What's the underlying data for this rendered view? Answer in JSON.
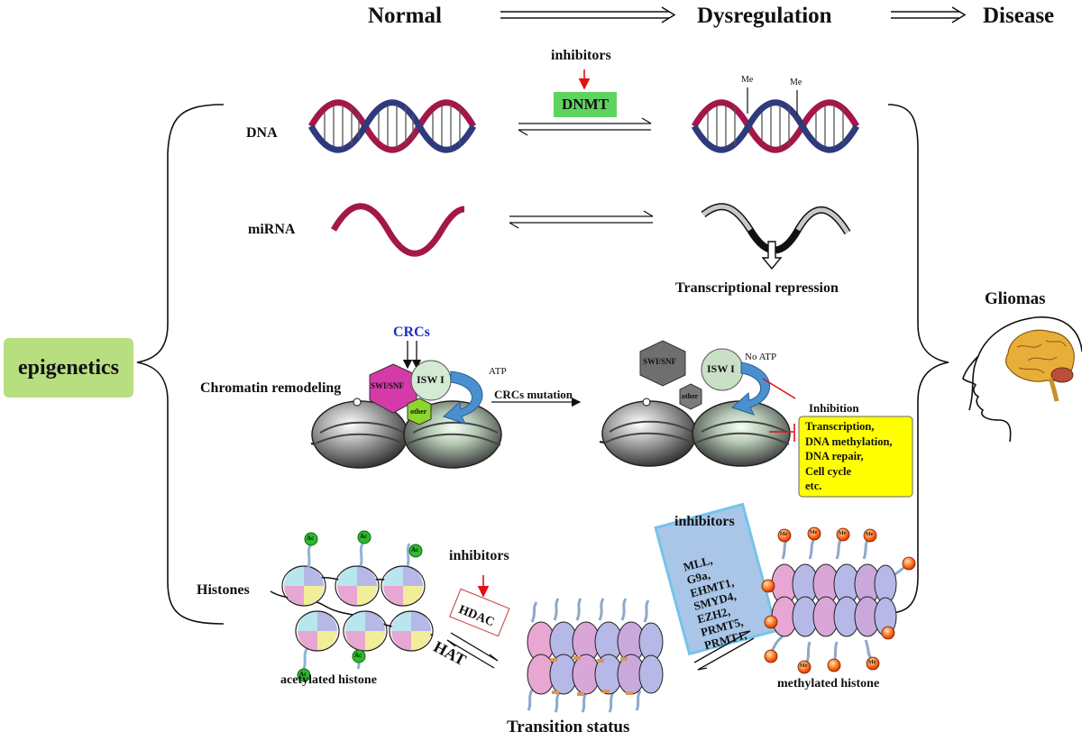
{
  "header": {
    "normal": "Normal",
    "dysregulation": "Dysregulation",
    "disease": "Disease"
  },
  "left": {
    "epigenetics": "epigenetics",
    "dna": "DNA",
    "mirna": "miRNA",
    "chromatin": "Chromatin remodeling",
    "histones": "Histones"
  },
  "dna_row": {
    "inhibitors": "inhibitors",
    "enzyme": "DNMT",
    "me_mark": "Me"
  },
  "mirna_row": {
    "result": "Transcriptional repression"
  },
  "chromatin_row": {
    "crcs": "CRCs",
    "swi_snf": "SWI/SNF",
    "isw1": "ISW I",
    "other": "other",
    "atp": "ATP",
    "mutation": "CRCs mutation",
    "no_atp": "No ATP",
    "inhibition": "Inhibition",
    "effects": [
      "Transcription,",
      "DNA methylation,",
      "DNA repair,",
      "Cell cycle",
      "etc."
    ]
  },
  "histone_row": {
    "ac_mark": "Ac",
    "me_mark": "Me",
    "acetylated": "acetylated histone",
    "inhibitors_left": "inhibitors",
    "hdac": "HDAC",
    "hat": "HAT",
    "transition": "Transition status",
    "inhibitors_right": "inhibitors",
    "methyltransferases": [
      "MLL,",
      "G9a,",
      "EHMT1,",
      "SMYD4,",
      "EZH2,",
      "PRMT5,",
      "PRMT1,"
    ],
    "methylated": "methylated histone"
  },
  "right": {
    "gliomas": "Gliomas"
  },
  "colors": {
    "dna_red": "#a3174a",
    "dna_blue": "#2e3a7c",
    "dnmt_green": "#5fd35f",
    "epigenetics_green": "#b7df80",
    "swi_magenta": "#d63aa9",
    "other_green": "#8dd62b",
    "isw_green": "#d4ead2",
    "crcs_blue": "#1f2fbf",
    "yellow": "#ffff00",
    "methyl_box": "#a9c6e8",
    "arrow_red": "#e01010"
  }
}
